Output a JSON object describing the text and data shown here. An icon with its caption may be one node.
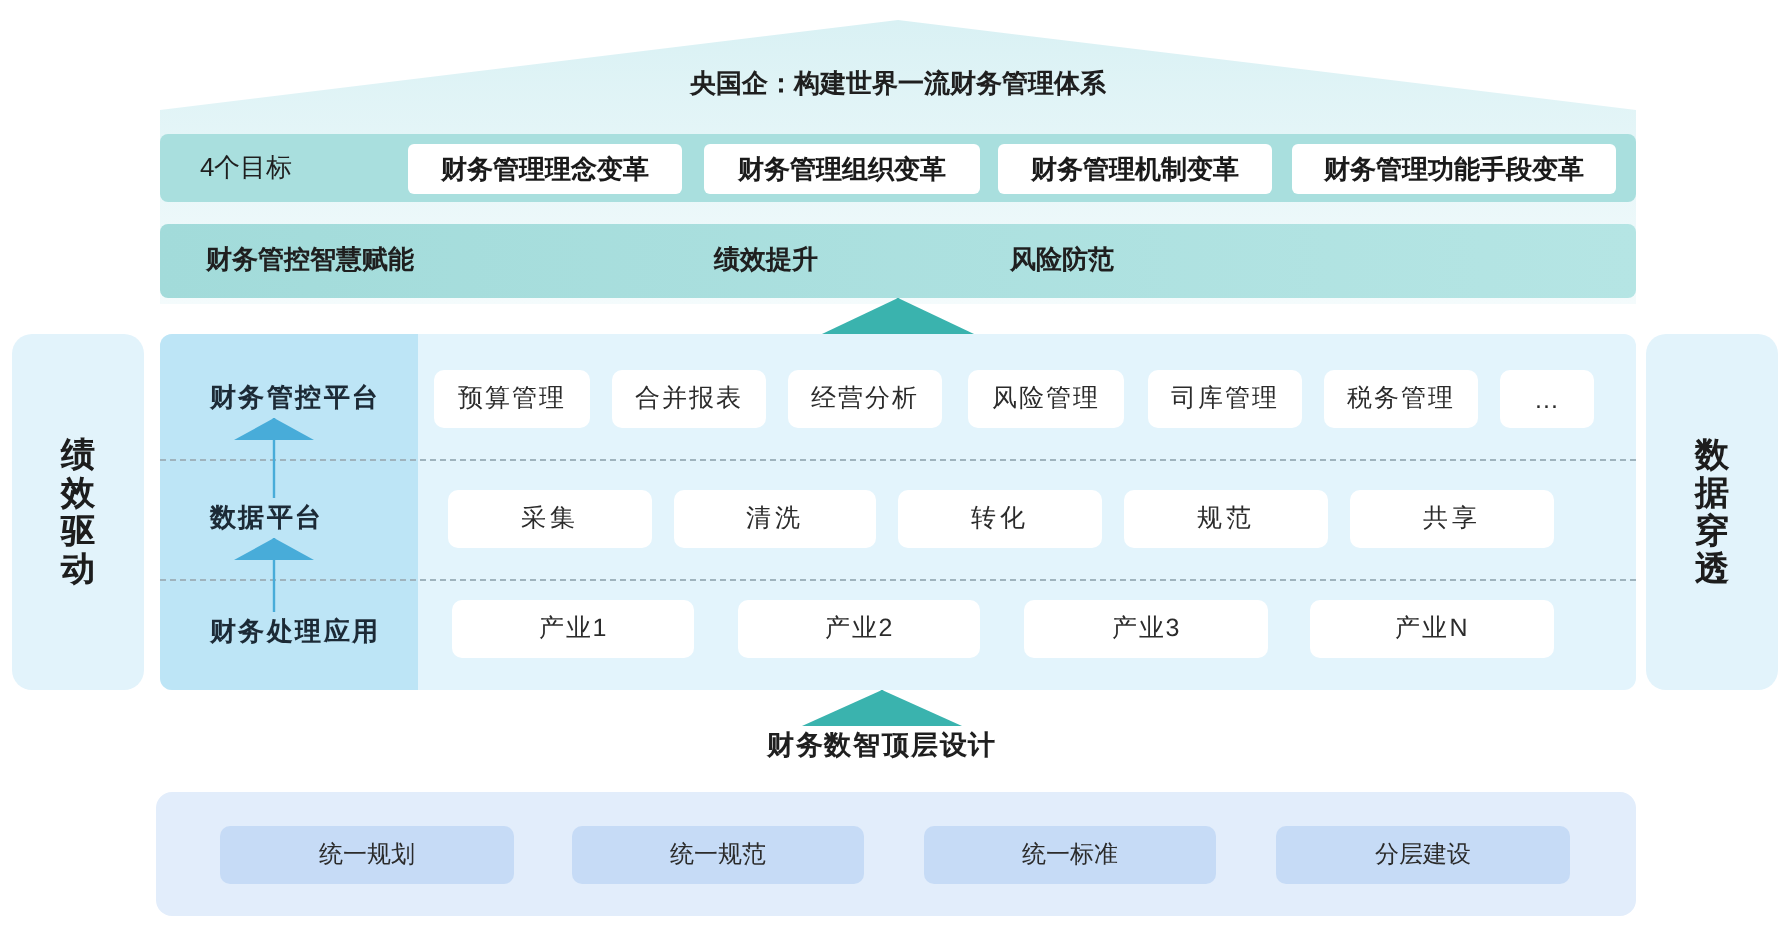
{
  "diagram": {
    "nodes": [
      {
        "text": [
          "央国企：构建世界一流财务管理体系"
        ]
      },
      {
        "text": [
          "4个目标"
        ],
        "in": 0
      },
      {
        "text": [
          "财务管理理念变革"
        ],
        "in": 1
      },
      {
        "text": [
          "财务管理组织变革"
        ],
        "in": 1
      },
      {
        "text": [
          "财务管理机制变革"
        ],
        "in": 1
      },
      {
        "text": [
          "财务管理功能手段变革"
        ],
        "in": 1
      },
      {
        "text": [
          "财务管控智慧赋能",
          "绩效提升",
          "风险防范"
        ],
        "in": 0
      },
      {
        "text": [
          "绩效驱动"
        ]
      },
      {
        "text": [],
        "shape": "box"
      },
      {
        "text": [],
        "shape": "box",
        "in": 8
      },
      {
        "text": [
          "财务管控平台"
        ],
        "in": 9
      },
      {
        "text": [
          "数据平台"
        ],
        "in": 9
      },
      {
        "text": [
          "财务处理应用"
        ],
        "in": 9
      },
      {
        "text": [
          "预算管理"
        ],
        "in": 8
      },
      {
        "text": [
          "合并报表"
        ],
        "in": 8
      },
      {
        "text": [
          "经营分析"
        ],
        "in": 8
      },
      {
        "text": [
          "风险管理"
        ],
        "in": 8
      },
      {
        "text": [
          "司库管理"
        ],
        "in": 8
      },
      {
        "text": [
          "税务管理"
        ],
        "in": 8
      },
      {
        "text": [
          "..."
        ],
        "in": 8
      },
      {
        "text": [
          "采集"
        ],
        "in": 8
      },
      {
        "text": [
          "清洗"
        ],
        "in": 8
      },
      {
        "text": [
          "转化"
        ],
        "in": 8
      },
      {
        "text": [
          "规范"
        ],
        "in": 8
      },
      {
        "text": [
          "共享"
        ],
        "in": 8
      },
      {
        "text": [
          "产业1"
        ],
        "in": 8
      },
      {
        "text": [
          "产业2"
        ],
        "in": 8
      },
      {
        "text": [
          "产业3"
        ],
        "in": 8
      },
      {
        "text": [
          "产业N"
        ],
        "in": 8
      },
      {
        "text": [
          "数据穿透"
        ]
      },
      {
        "text": [
          "财务数智顶层设计"
        ]
      },
      {
        "text": [],
        "shape": "box"
      },
      {
        "text": [
          "统一规划"
        ],
        "in": 31
      },
      {
        "text": [
          "统一规范"
        ],
        "in": 31
      },
      {
        "text": [
          "统一标准"
        ],
        "in": 31
      },
      {
        "text": [
          "分层建设"
        ],
        "in": 31
      }
    ],
    "edges": [
      {
        "from": 8,
        "to": 6,
        "arrow": "to"
      },
      {
        "from": 11,
        "to": 10,
        "arrow": "to",
        "color": "#48acd9"
      },
      {
        "from": 12,
        "to": 11,
        "arrow": "to",
        "color": "#48acd9"
      },
      {
        "from": 30,
        "to": 8,
        "arrow": "to"
      }
    ]
  }
}
